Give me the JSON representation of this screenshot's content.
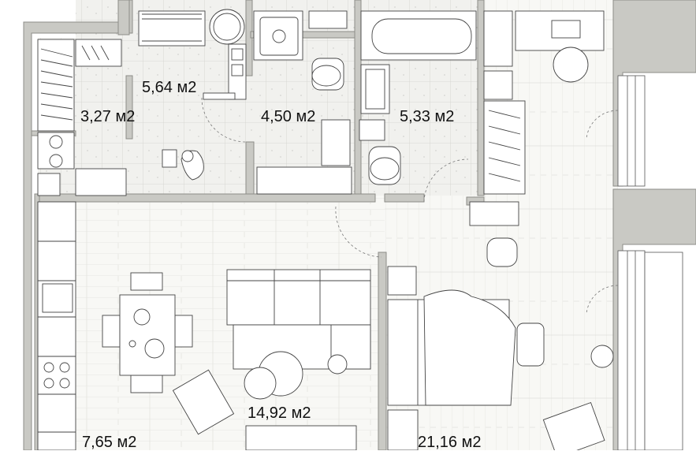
{
  "plan": {
    "colors": {
      "wall": "#c9c9c4",
      "wall_edge": "#8d8d88",
      "floor_tile": "#eeeeea",
      "floor_wood": "#f7f7f4",
      "line": "#3a3a3a",
      "label": "#111111"
    },
    "rooms": [
      {
        "id": "wardrobe",
        "area": "3,27 м2"
      },
      {
        "id": "hallway",
        "area": "5,64 м2"
      },
      {
        "id": "wc",
        "area": "4,50 м2"
      },
      {
        "id": "bathroom",
        "area": "5,33 м2"
      },
      {
        "id": "kitchen",
        "area": "7,65 м2"
      },
      {
        "id": "living",
        "area": "14,92 м2"
      },
      {
        "id": "bedroom",
        "area": "21,16 м2"
      }
    ]
  }
}
